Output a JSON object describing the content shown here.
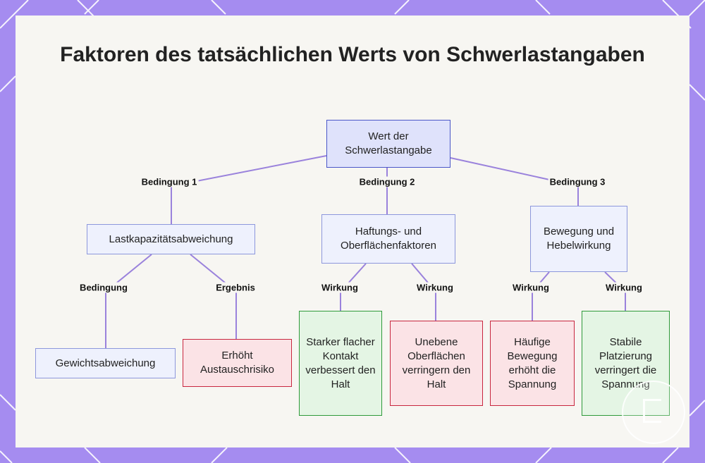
{
  "title": "Faktoren des tatsächlichen Werts von Schwerlastangaben",
  "nodes": {
    "root": "Wert der Schwerlastangabe",
    "lastkapazitaet": "Lastkapazitätsabweichung",
    "haftung": "Haftungs- und Oberflächenfaktoren",
    "bewegung": "Bewegung und Hebelwirkung",
    "gewicht": "Gewichtsabweichung",
    "austausch": "Erhöht Austauschrisiko",
    "kontakt": "Starker flacher Kontakt verbessert den Halt",
    "uneben": "Unebene Oberflächen verringern den Halt",
    "haeufig": "Häufige Bewegung erhöht die Spannung",
    "stabil": "Stabile Platzierung verringert die Spannung"
  },
  "edge_labels": {
    "bedingung1": "Bedingung 1",
    "bedingung2": "Bedingung 2",
    "bedingung3": "Bedingung 3",
    "bedingung": "Bedingung",
    "ergebnis": "Ergebnis",
    "wirkung1": "Wirkung",
    "wirkung2": "Wirkung",
    "wirkung3": "Wirkung",
    "wirkung4": "Wirkung"
  },
  "colors": {
    "edge": "#9a82dc",
    "background": "#a58cf0"
  }
}
